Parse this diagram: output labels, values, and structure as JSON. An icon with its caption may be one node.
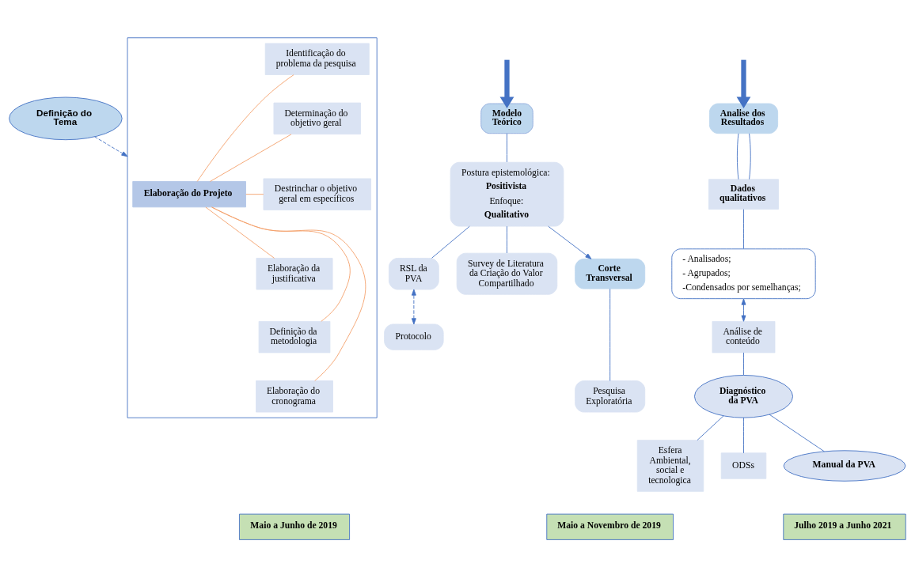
{
  "diagram": {
    "nodes": [
      {
        "text": [
          "Definição do Tema"
        ]
      },
      {
        "text": [],
        "shape": "box"
      },
      {
        "text": [
          "Elaboração do Projeto"
        ],
        "in": 1
      },
      {
        "text": [
          "Identificação do problema da pesquisa"
        ],
        "in": 1
      },
      {
        "text": [
          "Determinação do objetivo geral"
        ],
        "in": 1
      },
      {
        "text": [
          "Destrinchar o objetivo geral em específicos"
        ],
        "in": 1
      },
      {
        "text": [
          "Elaboração da justificativa"
        ],
        "in": 1
      },
      {
        "text": [
          "Definição da metodologia"
        ],
        "in": 1
      },
      {
        "text": [
          "Elaboração do cronograma"
        ],
        "in": 1
      },
      {
        "text": [
          "Maio a Junho de 2019"
        ]
      },
      {
        "text": [
          "Modelo Teórico"
        ]
      },
      {
        "text": [
          "Postura epistemológica:",
          "Positivista",
          "Enfoque:",
          "Qualitativo"
        ]
      },
      {
        "text": [
          "RSL da PVA"
        ]
      },
      {
        "text": [
          "Survey de Literatura da Criação do Valor Compartilhado"
        ]
      },
      {
        "text": [
          "Corte Transversal"
        ]
      },
      {
        "text": [
          "Protocolo"
        ]
      },
      {
        "text": [
          "Pesquisa Exploratória"
        ]
      },
      {
        "text": [
          "Maio a Novembro de 2019"
        ]
      },
      {
        "text": [
          "Analise dos Resultados"
        ]
      },
      {
        "text": [
          "Dados qualitativos"
        ]
      },
      {
        "text": [
          "- Analisados;",
          "- Agrupados;",
          "-Condensados por semelhanças;"
        ]
      },
      {
        "text": [
          "Análise de conteúdo"
        ]
      },
      {
        "text": [
          "Esfera Ambiental, social e tecnologica"
        ]
      },
      {
        "text": [
          "Diagnóstico da PVA"
        ]
      },
      {
        "text": [
          "ODSs"
        ]
      },
      {
        "text": [
          "Manual da PVA"
        ]
      },
      {
        "text": [
          "Julho 2019 a Junho 2021"
        ]
      }
    ],
    "edges": [
      {
        "from": 0,
        "to": 1,
        "arrow": "to",
        "style": "dashed"
      },
      {
        "from": 2,
        "to": 3,
        "arrow": "none",
        "color": "#f4a06a"
      },
      {
        "from": 2,
        "to": 4,
        "arrow": "none",
        "color": "#f4a06a"
      },
      {
        "from": 2,
        "to": 5,
        "arrow": "none",
        "color": "#f4a06a"
      },
      {
        "from": 2,
        "to": 6,
        "arrow": "none",
        "color": "#f4a06a"
      },
      {
        "from": 2,
        "to": 7,
        "arrow": "none",
        "color": "#f4a06a"
      },
      {
        "from": 2,
        "to": 8,
        "arrow": "none",
        "color": "#f4a06a"
      },
      {
        "from": null,
        "to": 10,
        "arrow": "to",
        "style": "thick"
      },
      {
        "from": 10,
        "to": 11,
        "arrow": "none"
      },
      {
        "from": 11,
        "to": 12,
        "arrow": "none"
      },
      {
        "from": 11,
        "to": 13,
        "arrow": "none"
      },
      {
        "from": 11,
        "to": 14,
        "arrow": "to"
      },
      {
        "from": 12,
        "to": 15,
        "arrow": "both",
        "style": "dashed"
      },
      {
        "from": 14,
        "to": 16,
        "arrow": "none"
      },
      {
        "from": null,
        "to": 18,
        "arrow": "to",
        "style": "thick"
      },
      {
        "from": 18,
        "to": 19,
        "arrow": "none"
      },
      {
        "from": 18,
        "to": 19,
        "arrow": "none"
      },
      {
        "from": 19,
        "to": 20,
        "arrow": "none"
      },
      {
        "from": 20,
        "to": 21,
        "arrow": "both"
      },
      {
        "from": 21,
        "to": 23,
        "arrow": "none"
      },
      {
        "from": 23,
        "to": 22,
        "arrow": "none"
      },
      {
        "from": 23,
        "to": 24,
        "arrow": "none"
      },
      {
        "from": 23,
        "to": 25,
        "arrow": "none"
      }
    ]
  }
}
